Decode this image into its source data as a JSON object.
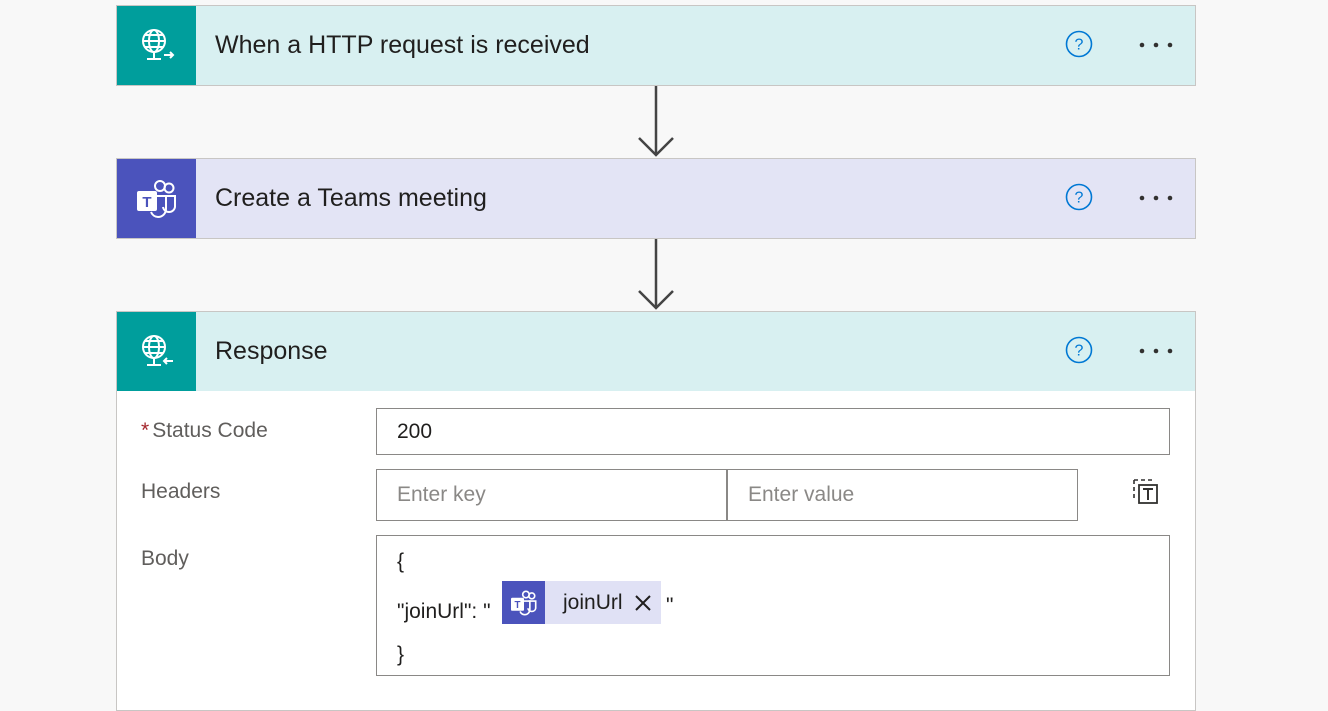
{
  "steps": [
    {
      "title": "When a HTTP request is received",
      "icon": "http-request-icon",
      "header_bg": "#d8f0f1",
      "icon_bg": "#009e9c"
    },
    {
      "title": "Create a Teams meeting",
      "icon": "teams-icon",
      "header_bg": "#e3e4f5",
      "icon_bg": "#4b53bc"
    },
    {
      "title": "Response",
      "icon": "http-response-icon",
      "header_bg": "#d8f0f1",
      "icon_bg": "#009e9c"
    }
  ],
  "response_form": {
    "status_code": {
      "required_mark": "*",
      "label": "Status Code",
      "value": "200"
    },
    "headers": {
      "label": "Headers",
      "key_placeholder": "Enter key",
      "value_placeholder": "Enter value"
    },
    "body": {
      "label": "Body",
      "line1": "{",
      "line2_prefix": "\"joinUrl\": \"",
      "token_label": "joinUrl",
      "line2_suffix": "\"",
      "line3": "}"
    }
  },
  "colors": {
    "accent_blue": "#0078d4",
    "teams_purple": "#4b53bc",
    "http_teal": "#009e9c"
  }
}
